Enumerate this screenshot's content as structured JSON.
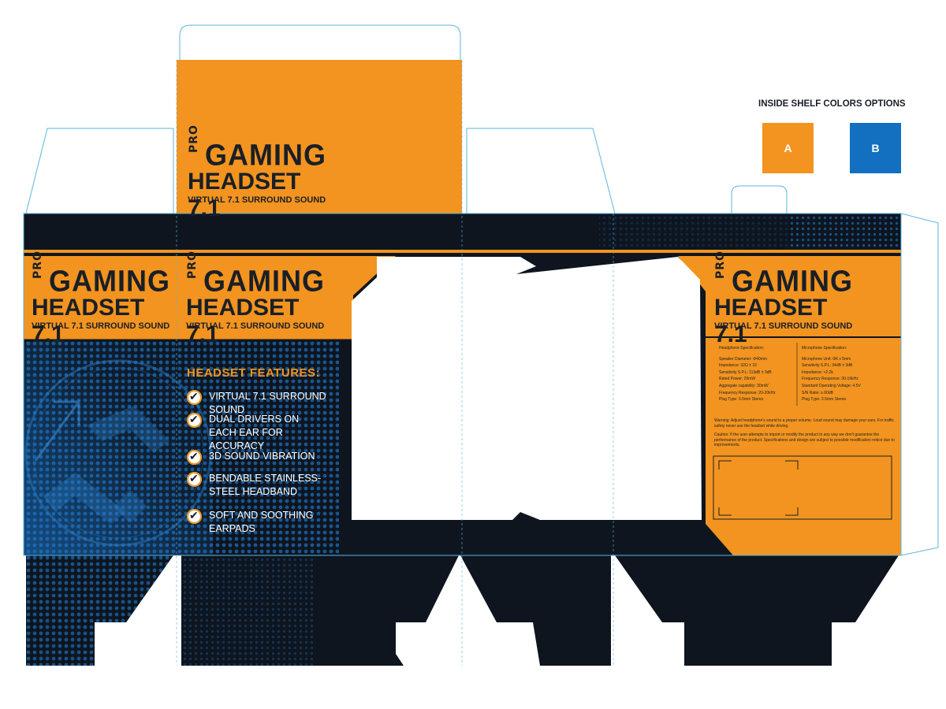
{
  "brand": {
    "pro": "PRO",
    "gaming": "GAMING",
    "headset": "HEADSET",
    "version": "7.1",
    "tagline": "VIRTUAL 7.1 SURROUND SOUND"
  },
  "features": {
    "title": "HEADSET FEATURES:",
    "items": [
      "VIRTUAL 7.1 SURROUND SOUND",
      "DUAL DRIVERS ON EACH EAR FOR ACCURACY",
      "3D SOUND VIBRATION",
      "BENDABLE STAINLESS-STEEL HEADBAND",
      "SOFT AND SOOTHING EARPADS"
    ]
  },
  "specs": {
    "headphone_title": "Headphone Specification:",
    "headphone": [
      "Speaker Diameter: Φ40mm",
      "Impedance: 32Ω ± 15",
      "Sensitivity S.P.L: 113dB ± 3dB",
      "Rated Power: 20mW",
      "Aggregate capability: 30mW",
      "Frequency Response: 20-20kHz",
      "Plug Type: 3.5mm Stereo"
    ],
    "mic_title": "Microphone Specification:",
    "mic": [
      "Microphone Unit: Φ6 x 5mm",
      "Sensitivity S.P.L: 34dB ± 3dB",
      "Impedance: <2.2k",
      "Frequency Response: 30-16kHz",
      "Standard Operating Voltage: 4.5V",
      "S/N Ratio: ≥ 60dB",
      "Plug Type: 3.5mm Stereo"
    ],
    "warning": "Warning: Adjust headphone's sound to a proper volume. Loud sound may damage your ears. For traffic safety never use the headset while driving.",
    "caution": "Caution: If the user attempts to import or modify the product in any way we don't guarantee the performance of the product. Specifications and design are subject to possible modification notice due to improvements."
  },
  "shelf_options": {
    "title": "INSIDE SHELF COLORS OPTIONS",
    "options": [
      {
        "label": "A",
        "color": "#f2941f"
      },
      {
        "label": "B",
        "color": "#1370c0"
      }
    ]
  },
  "colors": {
    "orange": "#f2941f",
    "navy": "#0e151f",
    "blue": "#1370c0",
    "dieline": "#5bb6e0"
  }
}
